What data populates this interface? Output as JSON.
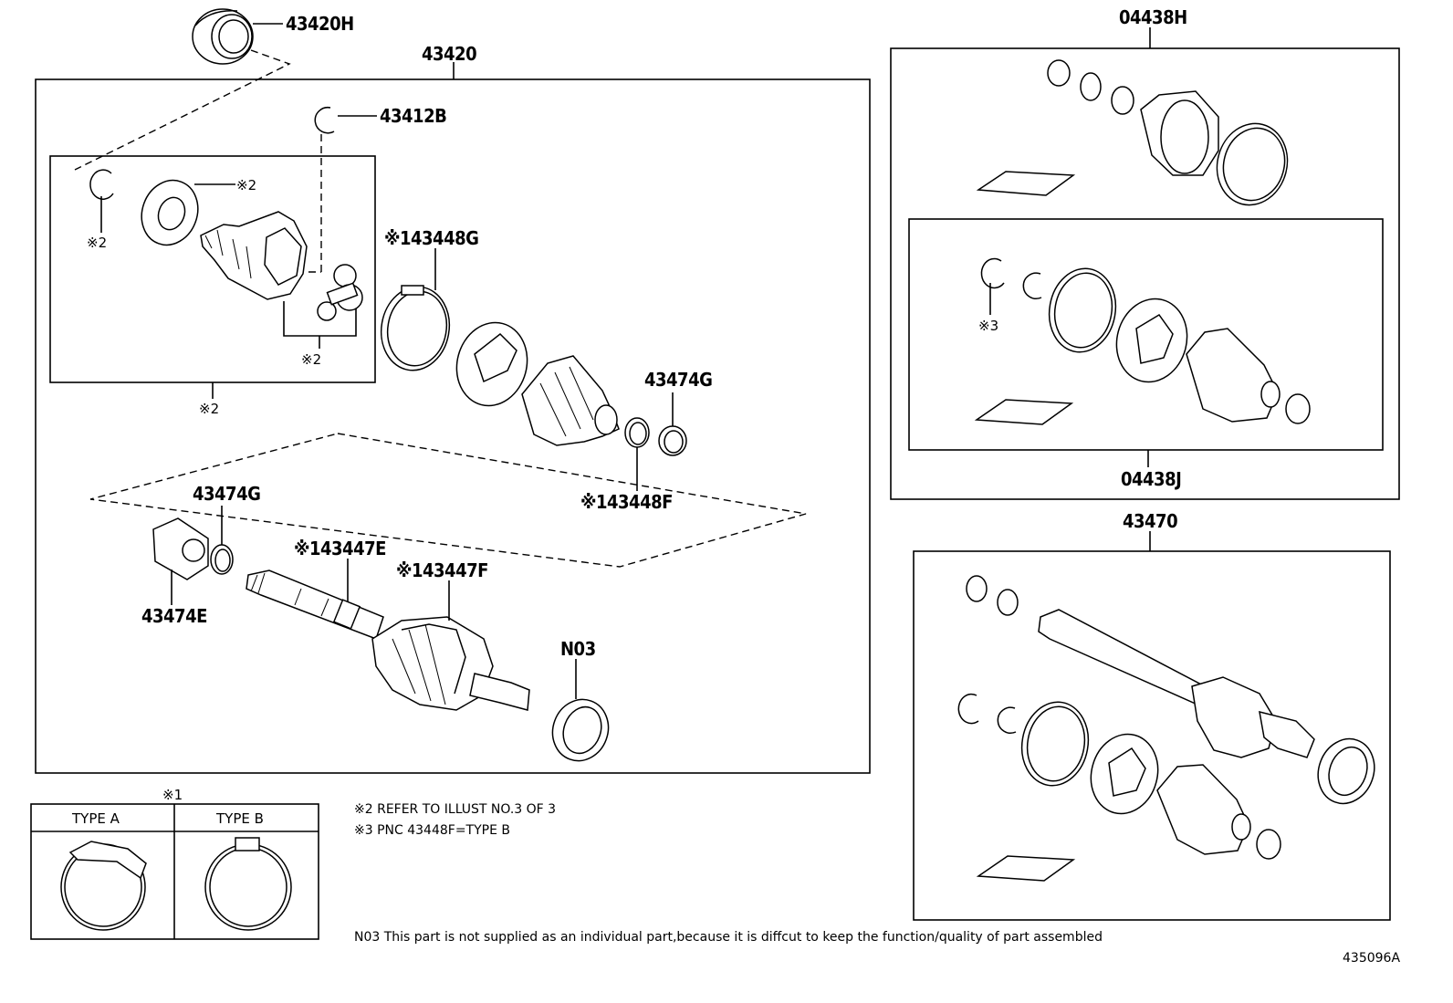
{
  "labels": {
    "p43420H": "43420H",
    "p43420": "43420",
    "p43412B": "43412B",
    "p43448G": "※143448G",
    "p43474G_top": "43474G",
    "p43448F": "※143448F",
    "p43474G_left": "43474G",
    "p43474E": "43474E",
    "p43447E": "※143447E",
    "p43447F": "※143447F",
    "pN03": "N03",
    "ref2_a": "※2",
    "ref2_b": "※2",
    "ref2_c": "※2",
    "ref2_d": "※2",
    "p04438H": "04438H",
    "p04438J": "04438J",
    "ref3": "※3",
    "p43470": "43470",
    "legend_title": "※1",
    "type_a": "TYPE  A",
    "type_b": "TYPE  B",
    "diagram_id": "435096A"
  },
  "notes": {
    "note2": "※2 REFER TO ILLUST NO.3 OF 3",
    "note3": "※3 PNC 43448F=TYPE B",
    "n03": "N03 This part is not supplied as an  individual part,because it is diffcut to keep the function/quality of part assembled"
  }
}
